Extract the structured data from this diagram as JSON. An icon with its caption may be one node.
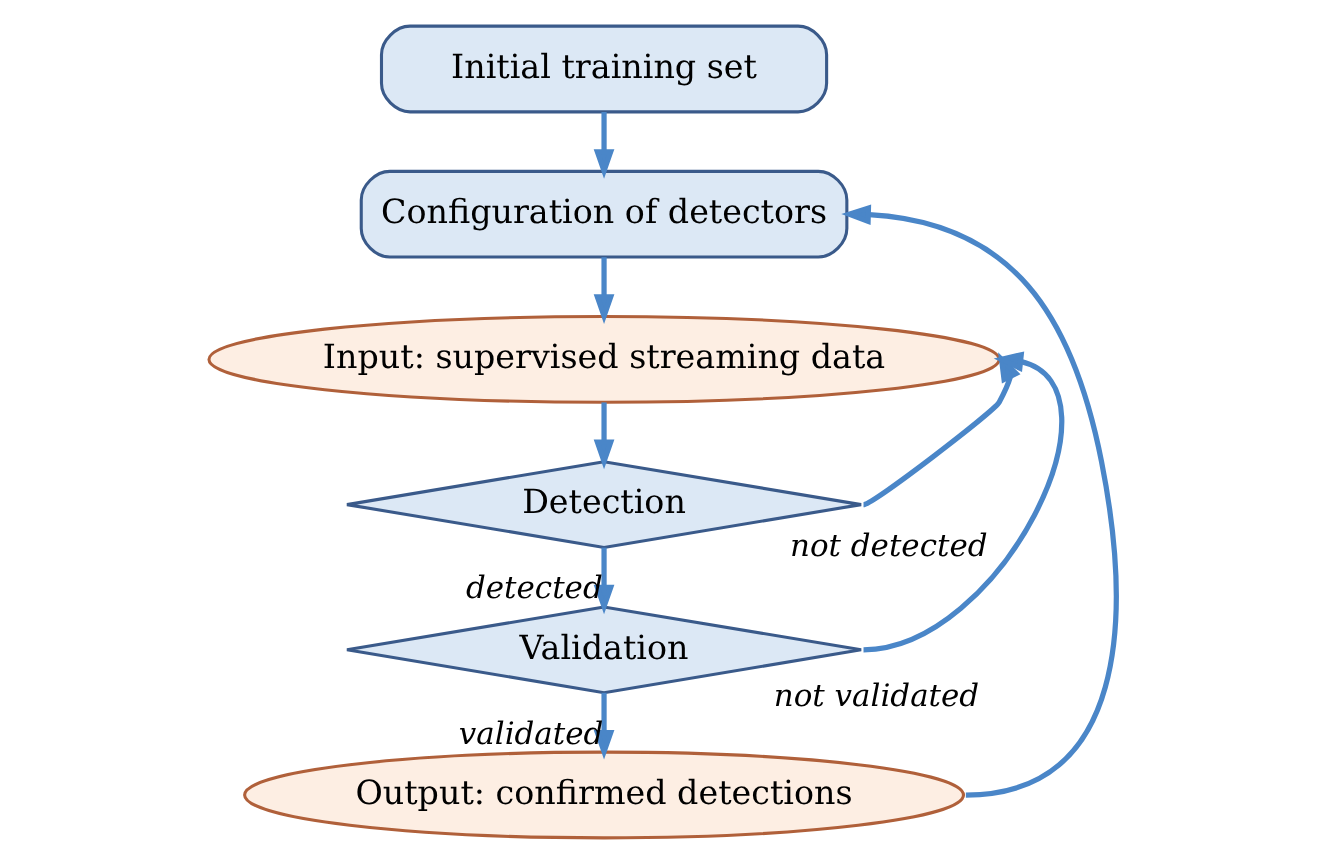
{
  "diagram": {
    "nodes": [
      {
        "text": [
          "Initial training set"
        ]
      },
      {
        "text": [
          "Configuration of detectors"
        ]
      },
      {
        "text": [
          "Input: supervised streaming data"
        ]
      },
      {
        "text": [
          "Detection"
        ]
      },
      {
        "text": [
          "Validation"
        ]
      },
      {
        "text": [
          "Output: confirmed detections"
        ]
      }
    ],
    "edges": [
      {
        "from": 0,
        "to": 1,
        "arrow": "to"
      },
      {
        "from": 1,
        "to": 2,
        "arrow": "to"
      },
      {
        "from": 2,
        "to": 3,
        "arrow": "to"
      },
      {
        "from": 3,
        "to": 4,
        "arrow": "to",
        "label": "detected"
      },
      {
        "from": 3,
        "to": 2,
        "arrow": "to",
        "label": "not detected"
      },
      {
        "from": 4,
        "to": 5,
        "arrow": "to",
        "label": "validated"
      },
      {
        "from": 4,
        "to": 2,
        "arrow": "to",
        "label": "not validated"
      },
      {
        "from": 5,
        "to": 1,
        "arrow": "to"
      }
    ]
  }
}
